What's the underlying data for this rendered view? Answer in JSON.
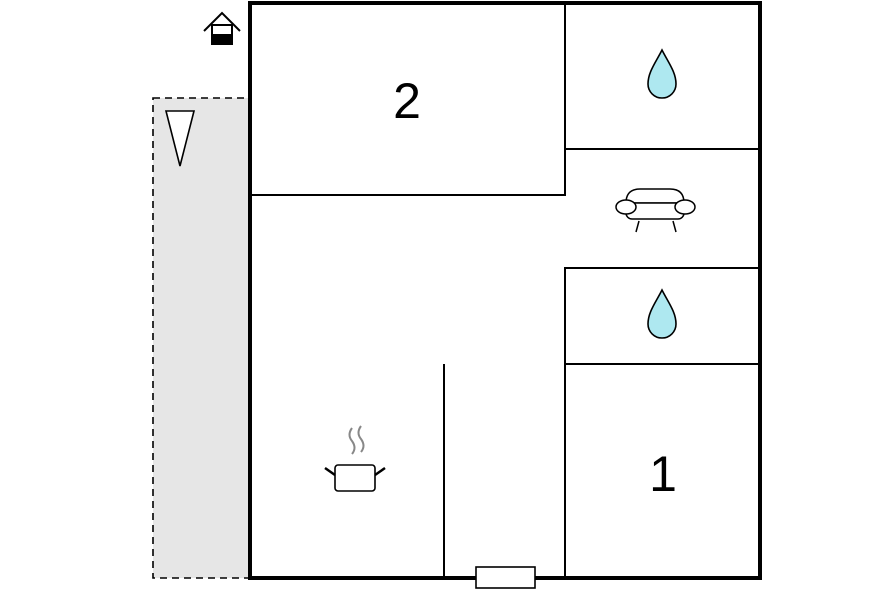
{
  "floorplan": {
    "rooms": [
      {
        "id": "bedroom",
        "label": "2"
      },
      {
        "id": "bedroom",
        "label": "1"
      }
    ],
    "icons": [
      {
        "name": "house-icon",
        "meaning": "entrance"
      },
      {
        "name": "water-drop-icon",
        "meaning": "bathroom"
      },
      {
        "name": "sofa-icon",
        "meaning": "living room"
      },
      {
        "name": "water-drop-icon",
        "meaning": "bathroom"
      },
      {
        "name": "cooking-pot-icon",
        "meaning": "kitchen"
      },
      {
        "name": "north-arrow-icon",
        "meaning": "orientation"
      }
    ],
    "colors": {
      "wall": "#000000",
      "terrace": "#e6e6e6",
      "water": "#aee8f0"
    }
  }
}
